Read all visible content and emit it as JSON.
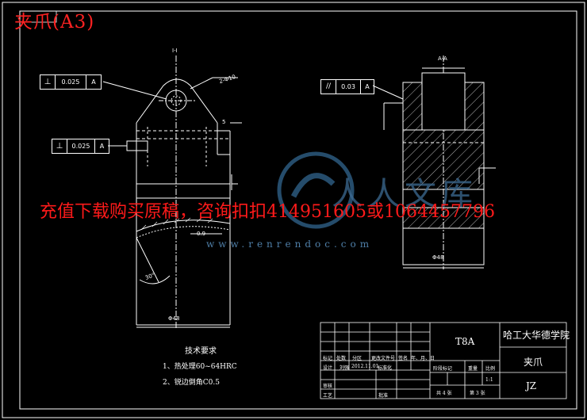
{
  "drawing": {
    "title": "夹爪(A3)",
    "section_label_left": "I-I",
    "section_label_right": "A-A",
    "tolerance_frames": [
      {
        "symbol": "⊥",
        "value": "0.025",
        "datum": "A"
      },
      {
        "symbol": "⊥",
        "value": "0.025",
        "datum": "A"
      },
      {
        "symbol": "//",
        "value": "0.03",
        "datum": "A"
      }
    ],
    "dimensions": {
      "hole_dia": "2-Φ10",
      "dim_5": "5",
      "dim_09": "0.9",
      "angle": "30°",
      "width_bottom": "Φ48",
      "right_width": "Φ48"
    }
  },
  "tech_requirements": {
    "heading": "技术要求",
    "items": [
      "1、热处理60~64HRC",
      "2、锐边倒角C0.5"
    ]
  },
  "title_block": {
    "material": "T8A",
    "school": "哈工大华德学院",
    "part_name": "夹爪",
    "code": "JZ",
    "scale": "1:1",
    "sheet_total": "共 4 张",
    "sheet_no": "第 3 张",
    "row_labels": [
      "标记",
      "处数",
      "分区",
      "更改文件号",
      "签名",
      "年、月、日"
    ],
    "design_row": [
      "设计",
      "刘强",
      "2012.11.01",
      "标准化"
    ],
    "stage_labels": [
      "阶段标记",
      "重量",
      "比例"
    ],
    "review": "审核",
    "process": "工艺",
    "approve": "批准"
  },
  "overlay": {
    "watermark": "充值下载购买原稿，咨询扣扣414951605或1064457796",
    "url": "www.renrendoc.com",
    "logo_text": "人人文库"
  }
}
